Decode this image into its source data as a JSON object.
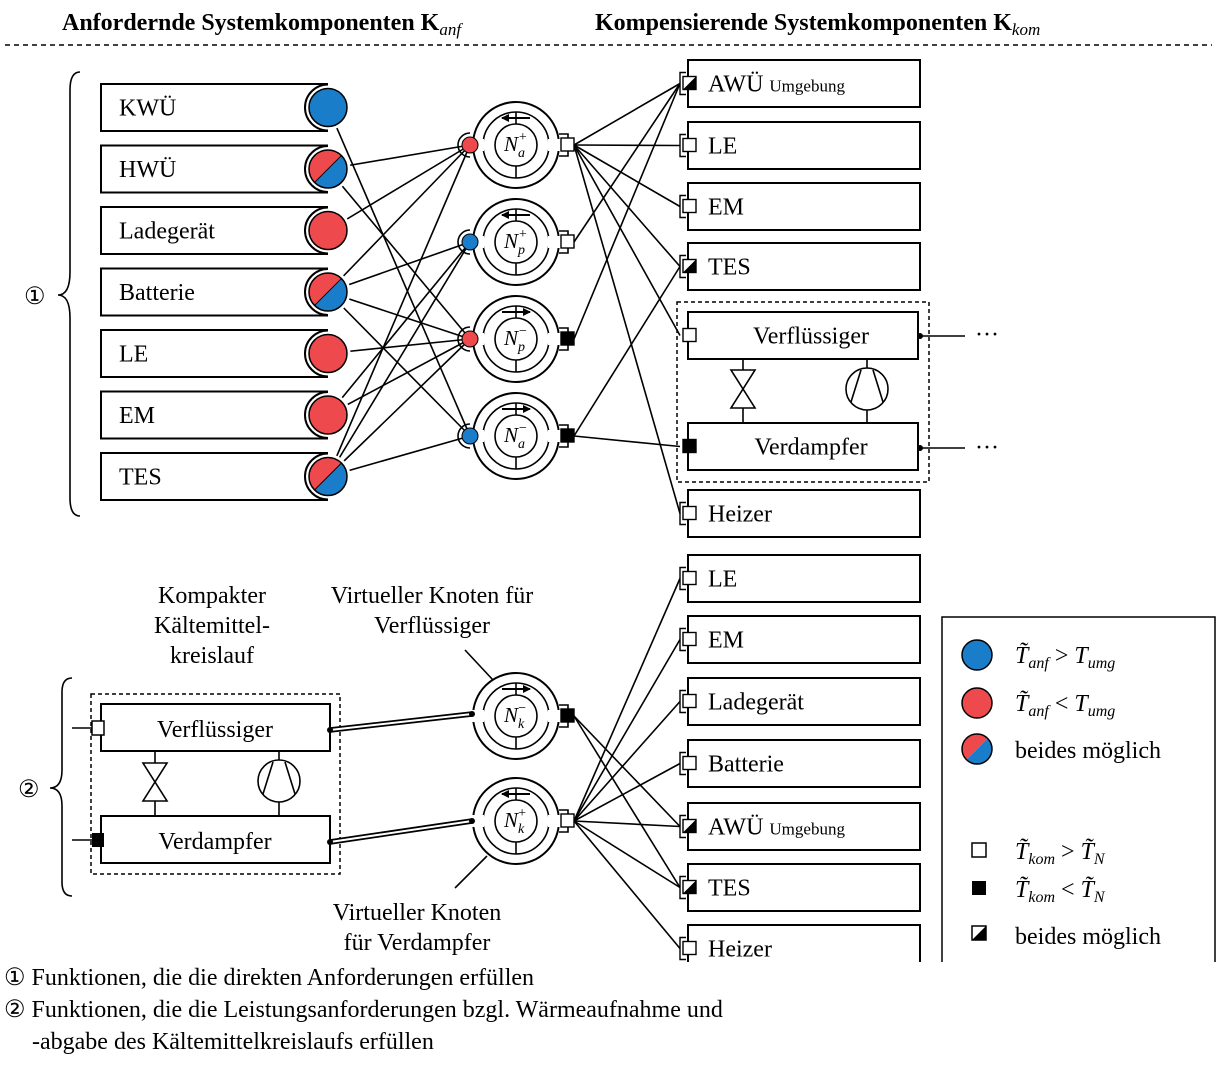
{
  "header": {
    "left": "Anfordernde Systemkomponenten K",
    "left_sub": "anf",
    "right": "Kompensierende Systemkomponenten K",
    "right_sub": "kom"
  },
  "section_markers": [
    "①",
    "②"
  ],
  "requesting_components": [
    "KWÜ",
    "HWÜ",
    "Ladegerät",
    "Batterie",
    "LE",
    "EM",
    "TES"
  ],
  "requesting_states": [
    "blue",
    "both",
    "red",
    "both",
    "red",
    "red",
    "both"
  ],
  "virtual_nodes_1": [
    {
      "base": "N",
      "sub": "a",
      "sup": "+"
    },
    {
      "base": "N",
      "sub": "p",
      "sup": "+"
    },
    {
      "base": "N",
      "sub": "p",
      "sup": "−"
    },
    {
      "base": "N",
      "sub": "a",
      "sup": "−"
    }
  ],
  "virtual_nodes_2": [
    {
      "base": "N",
      "sub": "k",
      "sup": "−"
    },
    {
      "base": "N",
      "sub": "k",
      "sup": "+"
    }
  ],
  "compensating_1": [
    {
      "label": "AWÜ",
      "small": "Umgebung"
    },
    {
      "label": "LE",
      "small": ""
    },
    {
      "label": "EM",
      "small": ""
    },
    {
      "label": "TES",
      "small": ""
    },
    {
      "label": "Verflüssiger",
      "small": ""
    },
    {
      "label": "Verdampfer",
      "small": ""
    },
    {
      "label": "Heizer",
      "small": ""
    }
  ],
  "compensating_2": [
    {
      "label": "LE",
      "small": ""
    },
    {
      "label": "EM",
      "small": ""
    },
    {
      "label": "Ladegerät",
      "small": ""
    },
    {
      "label": "Batterie",
      "small": ""
    },
    {
      "label": "AWÜ",
      "small": "Umgebung"
    },
    {
      "label": "TES",
      "small": ""
    },
    {
      "label": "Heizer",
      "small": ""
    }
  ],
  "ellipsis": "···",
  "compact_circuit": {
    "caption": [
      "Kompakter",
      "Kältemittel-",
      "kreislauf"
    ],
    "condenser": "Verflüssiger",
    "evaporator": "Verdampfer"
  },
  "annotations": {
    "condenser_node": [
      "Virtueller Knoten für",
      "Verflüssiger"
    ],
    "evaporator_node": [
      "Virtueller Knoten",
      "für Verdampfer"
    ]
  },
  "legend": {
    "items": [
      {
        "symbol": "blue-circle",
        "text": "T̃anf > Tumg"
      },
      {
        "symbol": "red-circle",
        "text": "T̃anf < Tumg"
      },
      {
        "symbol": "red-blue-circle",
        "text": "beides möglich"
      },
      {
        "symbol": "white-square",
        "text": "T̃kom > T̃N"
      },
      {
        "symbol": "black-square",
        "text": "T̃kom < T̃N"
      },
      {
        "symbol": "half-square",
        "text": "beides möglich"
      }
    ],
    "symbol_texts": {
      "t_anf": "T̃",
      "t_anf_sub": "anf",
      "gt": ">",
      "lt": "<",
      "t_umg": "T",
      "t_umg_sub": "umg",
      "t_kom": "T̃",
      "t_kom_sub": "kom",
      "t_n": "T̃",
      "t_n_sub": "N"
    }
  },
  "colors": {
    "blue": "#1a7dc9",
    "red": "#ee4a4d"
  },
  "notes": [
    "① Funktionen, die die direkten Anforderungen erfüllen",
    "② Funktionen, die die Leistungsanforderungen bzgl. Wärmeaufnahme und",
    "-abgabe des Kältemittelkreislaufs erfüllen"
  ]
}
